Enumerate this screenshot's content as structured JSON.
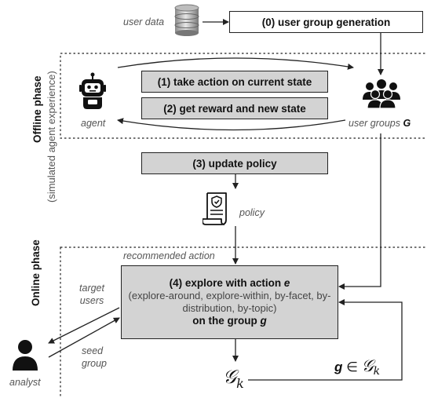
{
  "offline_phase": {
    "title": "Offline phase",
    "subtitle": "(simulated agent experience)"
  },
  "online_phase": {
    "title": "Online phase"
  },
  "user_data_label": "user data",
  "steps": {
    "s0": "(0) user group generation",
    "s1": "(1) take action on current state",
    "s2": "(2) get reward and new state",
    "s3": "(3) update policy",
    "s4_title": "(4) explore with action",
    "s4_var": "e",
    "s4_types": "(explore-around, explore-within, by-facet, by-distribution, by-topic)",
    "s4_group": "on the group",
    "s4_group_var": "g"
  },
  "agent_label": "agent",
  "user_groups_label": "user groups",
  "user_groups_var": "G",
  "policy_label": "policy",
  "recommended_action_label": "recommended action",
  "target_users_label": "target users",
  "seed_group_label": "seed group",
  "analyst_label": "analyst",
  "gk_label": "𝒢",
  "gk_sub": "k",
  "g_in_gk": {
    "g": "g",
    "symbol": "∈",
    "set": "𝒢",
    "sub": "k"
  },
  "colors": {
    "box_gray": "#d3d3d3",
    "line": "#222222",
    "label_gray": "#555555"
  }
}
